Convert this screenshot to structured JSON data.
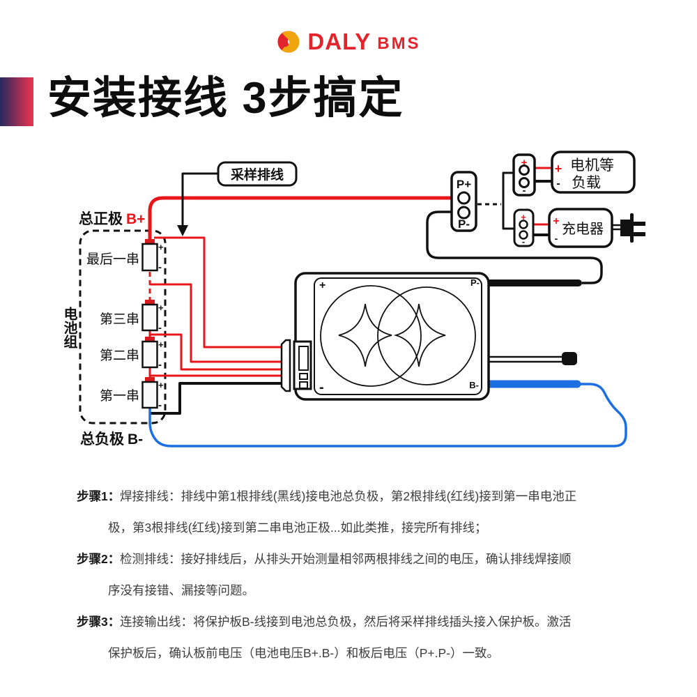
{
  "header": {
    "brand": "DALY",
    "brand_suffix": "BMS"
  },
  "title": {
    "text": "安装接线 3步搞定"
  },
  "diagram": {
    "sampling_cable_label": "采样排线",
    "battery_pack_label": "电池组",
    "total_positive": {
      "text": "总正极",
      "terminal": "B+"
    },
    "total_negative": {
      "text": "总负极",
      "terminal": "B-"
    },
    "battery_plus": "+",
    "battery_minus": "-",
    "batteries": [
      {
        "label": "最后一串"
      },
      {
        "label": "第三串"
      },
      {
        "label": "第二串"
      },
      {
        "label": "第一串"
      }
    ],
    "output_connector": {
      "p_plus": "P+",
      "p_minus": "P-"
    },
    "load": {
      "plus": "+",
      "minus": "-",
      "line1": "电机等",
      "line2": "负载"
    },
    "charger": {
      "plus": "+",
      "minus": "-",
      "label": "充电器"
    },
    "bms": {
      "plus": "+",
      "minus": "-",
      "p_minus": "P-",
      "b_minus": "B-"
    },
    "colors": {
      "wire_red": "#e8151a",
      "wire_blue": "#1b6fe0",
      "wire_black": "#111111",
      "accent_red": "#e3242c"
    }
  },
  "steps": [
    {
      "label": "步骤1：",
      "lines": [
        "焊接排线：排线中第1根排线(黑线)接电池总负极，第2根排线(红线)接到第一串电池正",
        "极，第3根排线(红线)接到第二串电池正极...如此类推，接完所有排线；"
      ]
    },
    {
      "label": "步骤2：",
      "lines": [
        "检测排线：接好排线后，从排头开始测量相邻两根排线之间的电压，确认排线焊接顺",
        "序没有接错、漏接等问题。"
      ]
    },
    {
      "label": "步骤3：",
      "lines": [
        "连接输出线：将保护板B-线接到电池总负极，然后将采样排线插头接入保护板。激活",
        "保护板后，确认板前电压（电池电压B+.B-）和板后电压（P+.P-）一致。"
      ]
    }
  ]
}
